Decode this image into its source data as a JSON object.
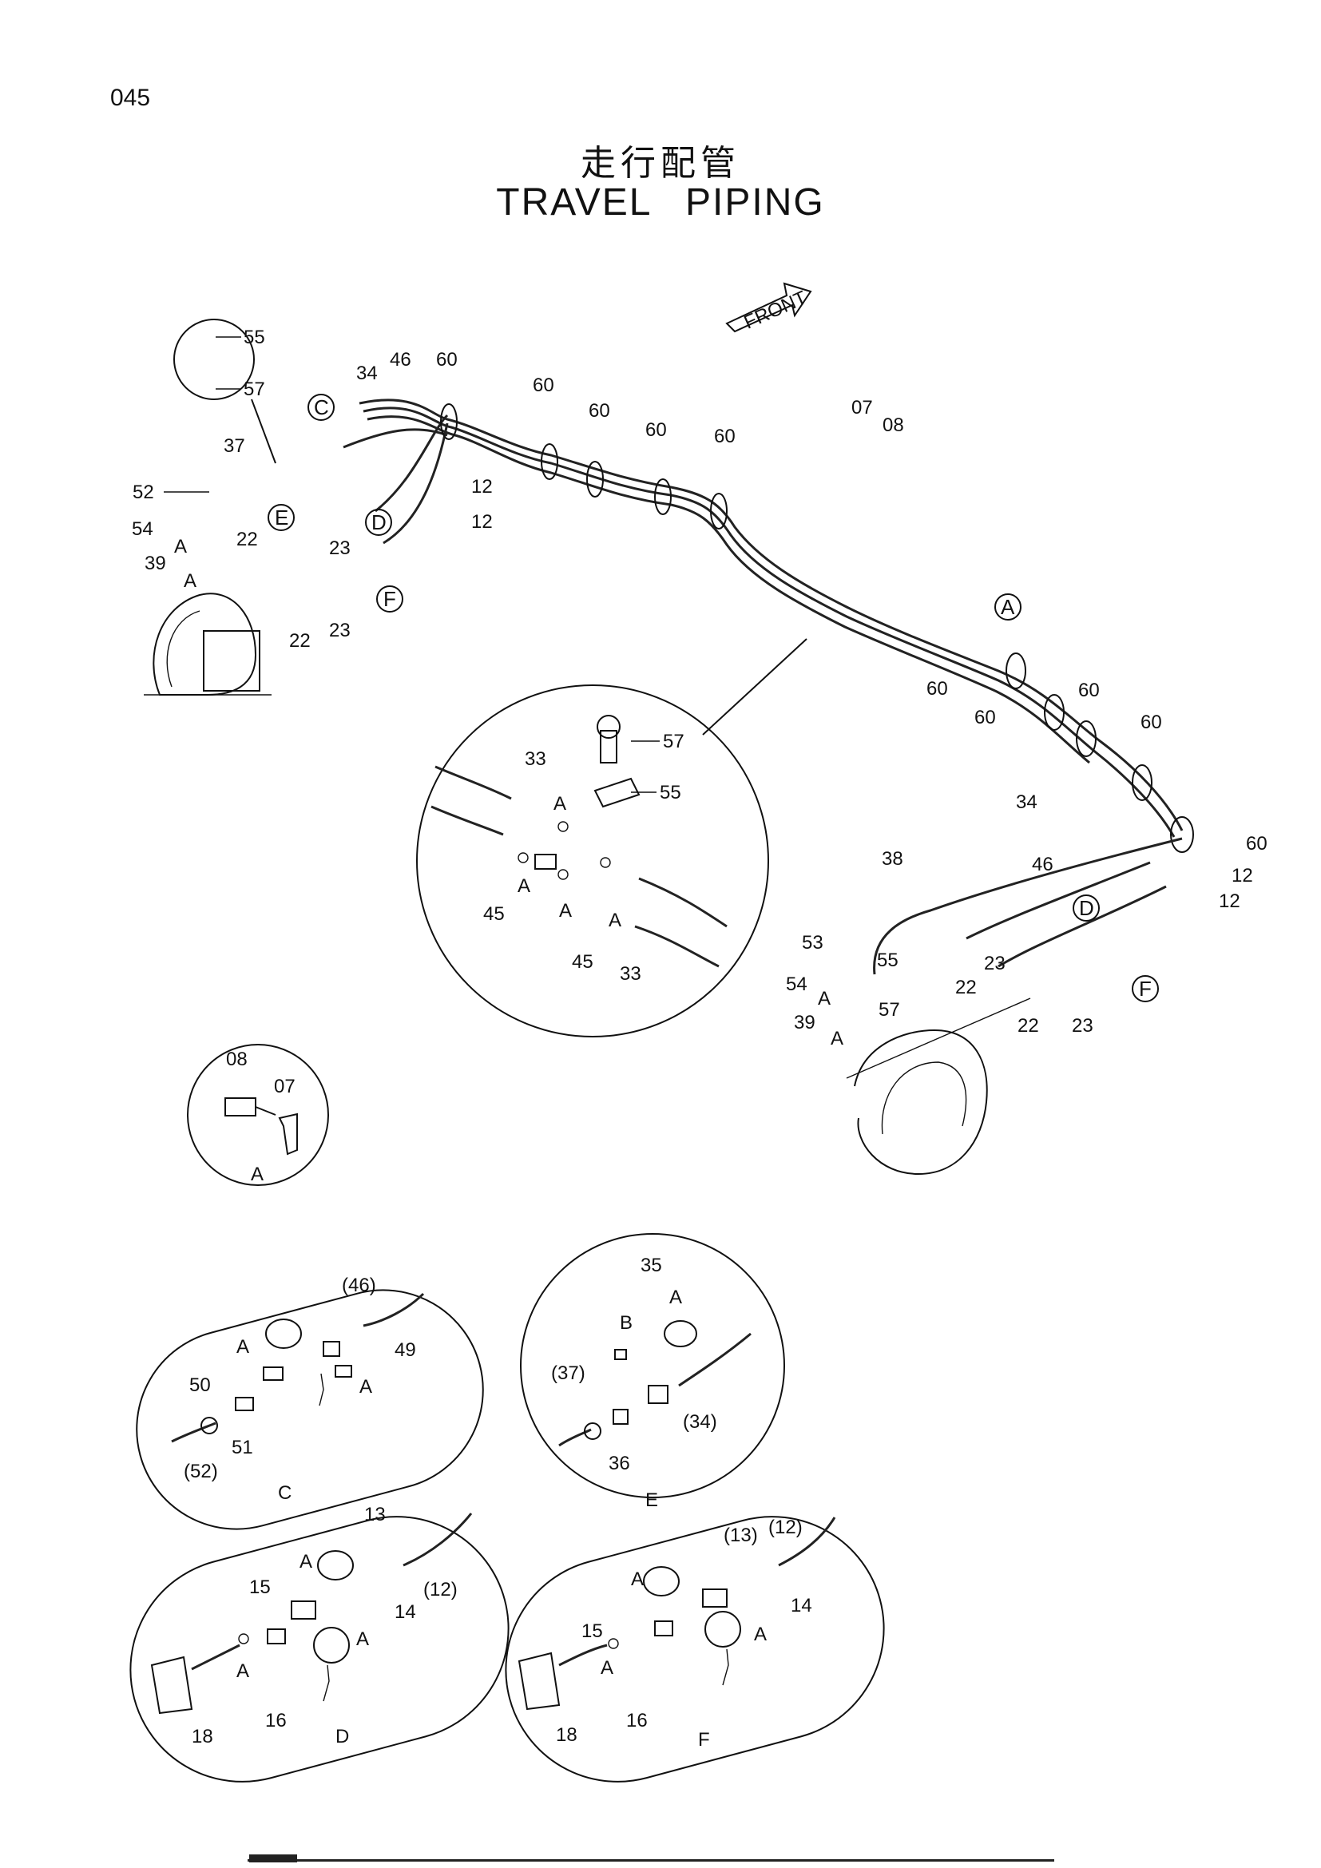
{
  "page_number": "045",
  "title_ja": "走行配管",
  "title_en": "TRAVEL PIPING",
  "front_label": "FRONT",
  "callouts_main": {
    "c55": "55",
    "c57": "57",
    "c34": "34",
    "c46": "46",
    "c60a": "60",
    "c60b": "60",
    "c60c": "60",
    "c60d": "60",
    "c60e": "60",
    "c07": "07",
    "c08": "08",
    "c37": "37",
    "c52": "52",
    "c12a": "12",
    "c12b": "12",
    "c54": "54",
    "c22a": "22",
    "c23a": "23",
    "c39": "39",
    "c23b": "23",
    "c22b": "22",
    "cA1": "A",
    "cA2": "A",
    "cC": "C",
    "cE": "E",
    "cD": "D",
    "cF": "F",
    "cAright": "A",
    "c60f": "60",
    "c60g": "60",
    "c60h": "60",
    "c60i": "60",
    "c60j": "60",
    "c34r": "34",
    "c38": "38",
    "c46r": "46",
    "c12r1": "12",
    "c12r2": "12",
    "c53": "53",
    "c55r": "55",
    "c23r1": "23",
    "c54r": "54",
    "c22r": "22",
    "cDr": "D",
    "cFr": "F",
    "c57r": "57",
    "c22r2": "22",
    "c23r2": "23",
    "c39r": "39",
    "cAr1": "A",
    "cAr2": "A"
  },
  "detail_center": {
    "c33a": "33",
    "c57": "57",
    "c55": "55",
    "cA1": "A",
    "cA2": "A",
    "cA3": "A",
    "cA4": "A",
    "c45a": "45",
    "c45b": "45",
    "c33b": "33"
  },
  "detail_A": {
    "c08": "08",
    "c07": "07",
    "label": "A"
  },
  "detail_C": {
    "c46": "(46)",
    "cA1": "A",
    "c49": "49",
    "c50": "50",
    "cA2": "A",
    "c51": "51",
    "c52": "(52)",
    "label": "C"
  },
  "detail_E": {
    "c35": "35",
    "cA": "A",
    "cB": "B",
    "c37": "(37)",
    "c34": "(34)",
    "c36": "36",
    "label": "E"
  },
  "detail_D": {
    "c13": "13",
    "cA1": "A",
    "c15": "15",
    "c12": "(12)",
    "c14": "14",
    "cA2": "A",
    "cA3": "A",
    "c18": "18",
    "c16": "16",
    "label": "D"
  },
  "detail_F": {
    "c13": "(13)",
    "c12": "(12)",
    "cA1": "A",
    "c14": "14",
    "c15": "15",
    "cA2": "A",
    "cA3": "A",
    "c18": "18",
    "c16": "16",
    "label": "F"
  }
}
